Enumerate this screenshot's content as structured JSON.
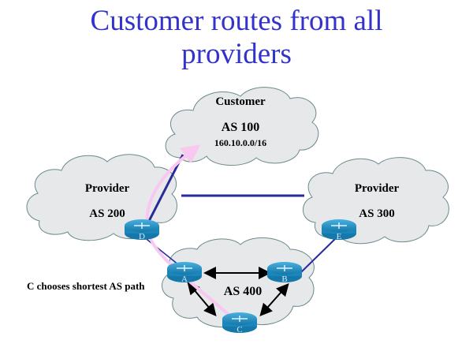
{
  "title": {
    "line1": "Customer routes from all",
    "line2": "providers"
  },
  "clouds": {
    "customer": {
      "name": "Customer",
      "as": "AS 100",
      "prefix": "160.10.0.0/16"
    },
    "provider_left": {
      "name": "Provider",
      "as": "AS 200"
    },
    "provider_right": {
      "name": "Provider",
      "as": "AS 300"
    },
    "local": {
      "as": "AS 400"
    }
  },
  "routers": {
    "a": "A",
    "b": "B",
    "c": "C",
    "d": "D",
    "e": "E"
  },
  "note": "C chooses shortest AS path",
  "colors": {
    "title": "#3333cc",
    "cloud_fill": "#e6e8ea",
    "cloud_stroke": "#6b8a8a",
    "link": "#2a2a99",
    "path": "#f8c8f0",
    "router": "#1e90c8"
  }
}
